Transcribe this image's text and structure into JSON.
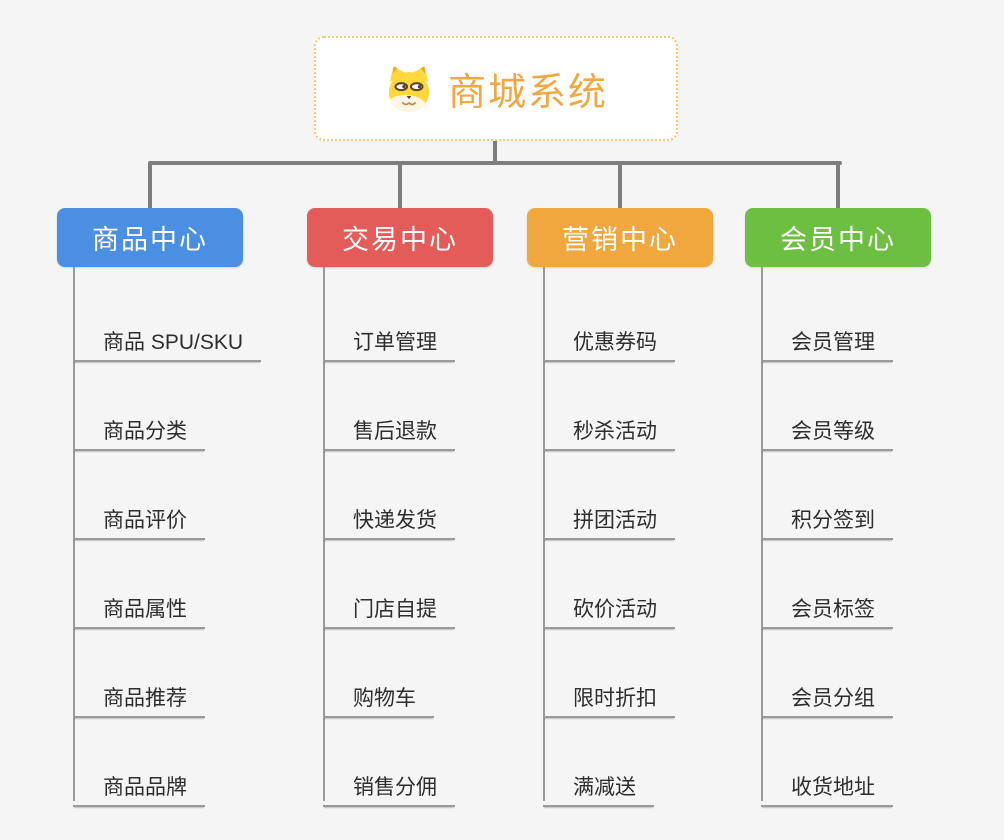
{
  "root": {
    "title": "商城系统",
    "icon": "dog-face-icon"
  },
  "colors": {
    "background": "#f5f5f5",
    "trunk_connector": "#7e7e7e",
    "child_line": "#9a9a9a",
    "root_text": "#f0a843",
    "root_border": "#f2c97d",
    "child_text": "#2d2d2d"
  },
  "branches": [
    {
      "label": "商品中心",
      "color": "#4b8fe2",
      "children": [
        "商品 SPU/SKU",
        "商品分类",
        "商品评价",
        "商品属性",
        "商品推荐",
        "商品品牌"
      ]
    },
    {
      "label": "交易中心",
      "color": "#e45c5a",
      "children": [
        "订单管理",
        "售后退款",
        "快递发货",
        "门店自提",
        "购物车",
        "销售分佣"
      ]
    },
    {
      "label": "营销中心",
      "color": "#efa73e",
      "children": [
        "优惠券码",
        "秒杀活动",
        "拼团活动",
        "砍价活动",
        "限时折扣",
        "满减送"
      ]
    },
    {
      "label": "会员中心",
      "color": "#6cbf40",
      "children": [
        "会员管理",
        "会员等级",
        "积分签到",
        "会员标签",
        "会员分组",
        "收货地址"
      ]
    }
  ]
}
